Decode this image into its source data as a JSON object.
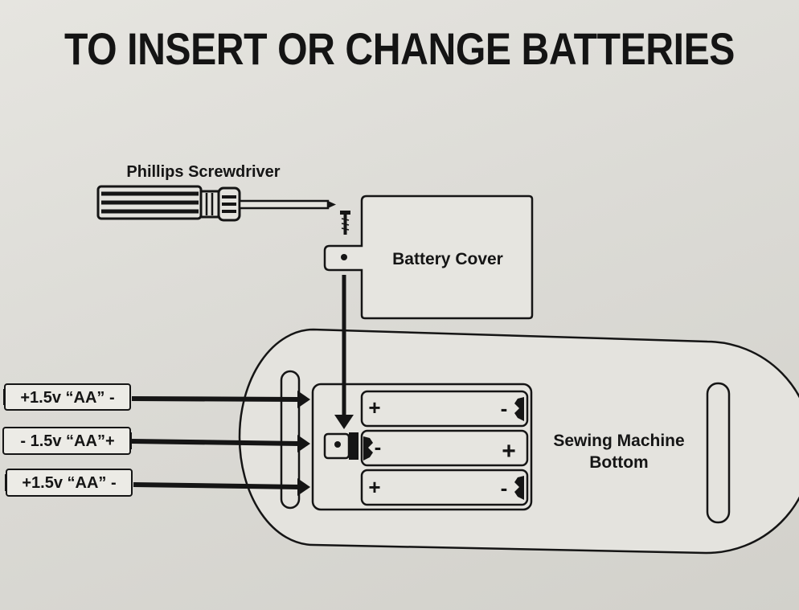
{
  "title": "TO INSERT OR CHANGE BATTERIES",
  "labels": {
    "screwdriver": "Phillips Screwdriver",
    "battery_cover": "Battery Cover",
    "machine_bottom_line1": "Sewing Machine",
    "machine_bottom_line2": "Bottom"
  },
  "batteries": [
    {
      "label": "+1.5v “AA” -"
    },
    {
      "label": "- 1.5v “AA”+"
    },
    {
      "label": "+1.5v “AA” -"
    }
  ],
  "compartment": {
    "slots": [
      {
        "left_sign": "+",
        "right_sign": "-"
      },
      {
        "left_sign": "-",
        "right_sign": "+"
      },
      {
        "left_sign": "+",
        "right_sign": "-"
      }
    ]
  },
  "colors": {
    "ink": "#151515",
    "paper": "#e2e1dc",
    "panel": "#e6e5e0"
  }
}
